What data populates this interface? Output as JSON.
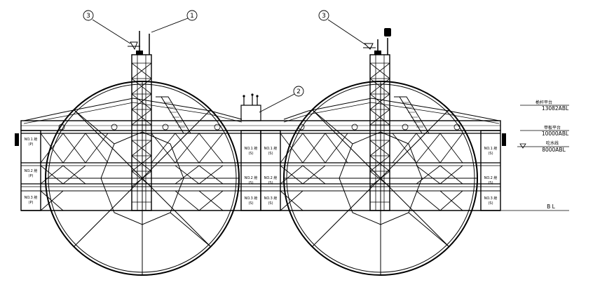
{
  "callouts": [
    {
      "id": "c1",
      "number": "1"
    },
    {
      "id": "c2",
      "number": "2"
    },
    {
      "id": "c3a",
      "number": "3"
    },
    {
      "id": "c3b",
      "number": "3"
    }
  ],
  "levels": [
    {
      "id": "top",
      "label_cn": "桅杆平台",
      "value": "13082ABL"
    },
    {
      "id": "deck",
      "label_cn": "甲板平台",
      "value": "10000ABL"
    },
    {
      "id": "water",
      "label_cn": "吃水线",
      "value": "8000ABL"
    },
    {
      "id": "base",
      "label_cn": "",
      "value": "B L"
    }
  ],
  "tank_labels": {
    "left": [
      "NO.1 舱",
      "NO.2 舱",
      "NO.3 舱"
    ],
    "middle_left": [
      "NO.1 舱",
      "NO.2 舱",
      "NO.3 舱"
    ],
    "middle_right": [
      "NO.1 舱",
      "NO.2 舱",
      "NO.3 舱"
    ],
    "right": [
      "NO.1 舱",
      "NO.2 舱",
      "NO.3 舱"
    ],
    "left_sub": [
      "(P)",
      "(P)",
      "(P)"
    ],
    "middle_sub": [
      "(S)",
      "(S)",
      "(S)"
    ],
    "right_sub": [
      "(S)",
      "(S)",
      "(S)"
    ]
  }
}
